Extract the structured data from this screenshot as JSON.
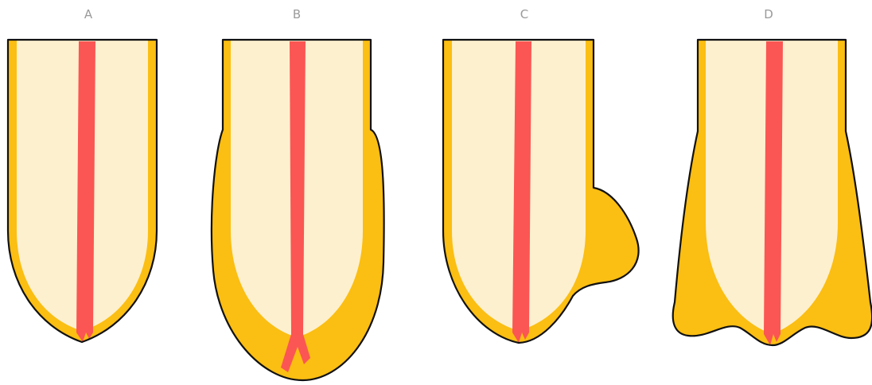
{
  "diagram": {
    "panels": [
      {
        "label": "A"
      },
      {
        "label": "B"
      },
      {
        "label": "C"
      },
      {
        "label": "D"
      }
    ],
    "colors": {
      "cementum": "#fbbe12",
      "dentin": "#fdf0cf",
      "canal": "#fb5653",
      "outline": "#111111",
      "label": "#9a9a9a"
    }
  }
}
